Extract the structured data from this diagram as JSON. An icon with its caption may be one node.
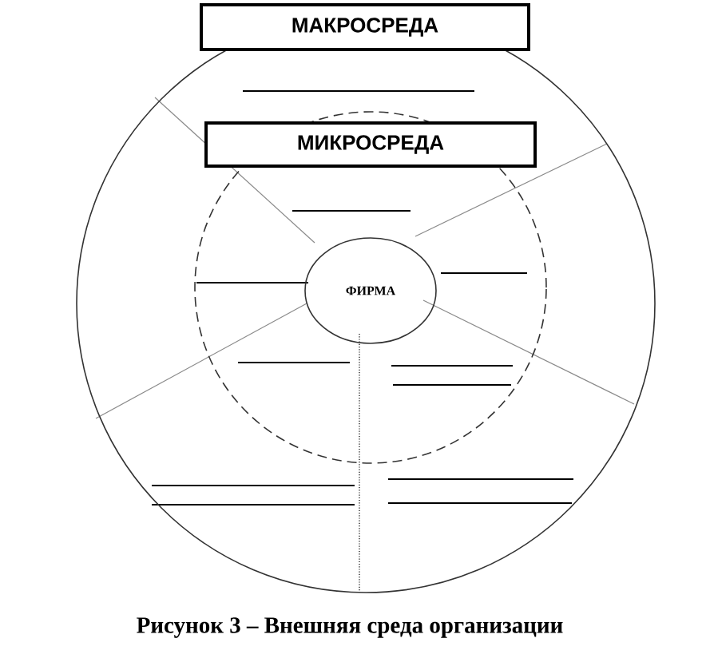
{
  "diagram": {
    "caption": "Рисунок 3 – Внешняя среда организации",
    "nodes": [
      {
        "text": [
          "МАКРОСРЕДА"
        ]
      },
      {
        "text": [
          "МИКРОСРЕДА"
        ],
        "in": 0
      },
      {
        "text": [
          "ФИРМА"
        ],
        "in": 1
      }
    ]
  }
}
